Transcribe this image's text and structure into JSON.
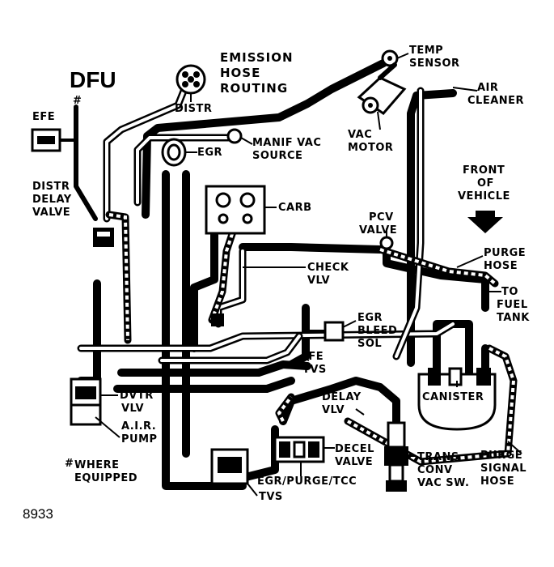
{
  "title_lines": [
    "EMISSION",
    "HOSE",
    "ROUTING"
  ],
  "dfu_label": "DFU",
  "figure_number": "8933",
  "footnote_marker": "#",
  "footnote_lines": [
    "WHERE",
    "EQUIPPED"
  ],
  "labels": {
    "distr": "DISTR",
    "temp_sensor": [
      "TEMP",
      "SENSOR"
    ],
    "air_cleaner": [
      "AIR",
      "CLEANER"
    ],
    "efe": "EFE",
    "efe_marker": "#",
    "egr": "EGR",
    "manif_vac_source": [
      "MANIF VAC",
      "SOURCE"
    ],
    "vac_motor": [
      "VAC",
      "MOTOR"
    ],
    "front_of_vehicle": [
      "FRONT",
      "OF",
      "VEHICLE"
    ],
    "distr_delay_valve": [
      "DISTR",
      "DELAY",
      "VALVE"
    ],
    "carb": "CARB",
    "pcv_valve": [
      "PCV",
      "VALVE"
    ],
    "purge_hose": [
      "PURGE",
      "HOSE"
    ],
    "check_vlv": [
      "CHECK",
      "VLV"
    ],
    "to_fuel_tank": [
      "TO",
      "FUEL",
      "TANK"
    ],
    "egr_bleed_sol": [
      "EGR",
      "BLEED",
      "SOL"
    ],
    "efe_tvs": [
      "EFE",
      "TVS"
    ],
    "dvtr_vlv": [
      "DVTR",
      "VLV"
    ],
    "air_pump": [
      "A.I.R.",
      "PUMP"
    ],
    "delay_vlv": [
      "DELAY",
      "VLV"
    ],
    "canister": "CANISTER",
    "decel_valve": [
      "DECEL",
      "VALVE"
    ],
    "purge_signal_hose": [
      "PURGE",
      "SIGNAL",
      "HOSE"
    ],
    "egr_purge_tcc": "EGR/PURGE/TCC",
    "trans_conv_vac_sw": [
      "TRANS",
      "CONV",
      "VAC SW."
    ],
    "tvs": "TVS"
  }
}
